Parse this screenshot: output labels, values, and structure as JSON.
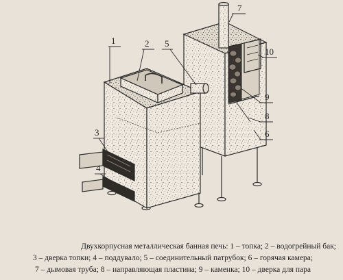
{
  "diagram": {
    "callouts": [
      {
        "id": 1,
        "label": "1"
      },
      {
        "id": 2,
        "label": "2"
      },
      {
        "id": 3,
        "label": "3"
      },
      {
        "id": 4,
        "label": "4"
      },
      {
        "id": 5,
        "label": "5"
      },
      {
        "id": 6,
        "label": "6"
      },
      {
        "id": 7,
        "label": "7"
      },
      {
        "id": 8,
        "label": "8"
      },
      {
        "id": 9,
        "label": "9"
      },
      {
        "id": 10,
        "label": "10"
      }
    ]
  },
  "caption": {
    "line1": "Двухкорпусная металлическая банная печь: 1 – топка; 2 – водогрейный бак;",
    "line2": "3 – дверка топки; 4 – поддувало; 5 – соединительный патрубок; 6 – горячая камера;",
    "line3": "7 – дымовая труба; 8 – направляющая пластина; 9 – каменка; 10 – дверка для пара"
  },
  "colors": {
    "background": "#e9e2d8",
    "body_fill": "#efe9df",
    "stroke": "#2b2b2b",
    "stones": "#3a3530"
  }
}
